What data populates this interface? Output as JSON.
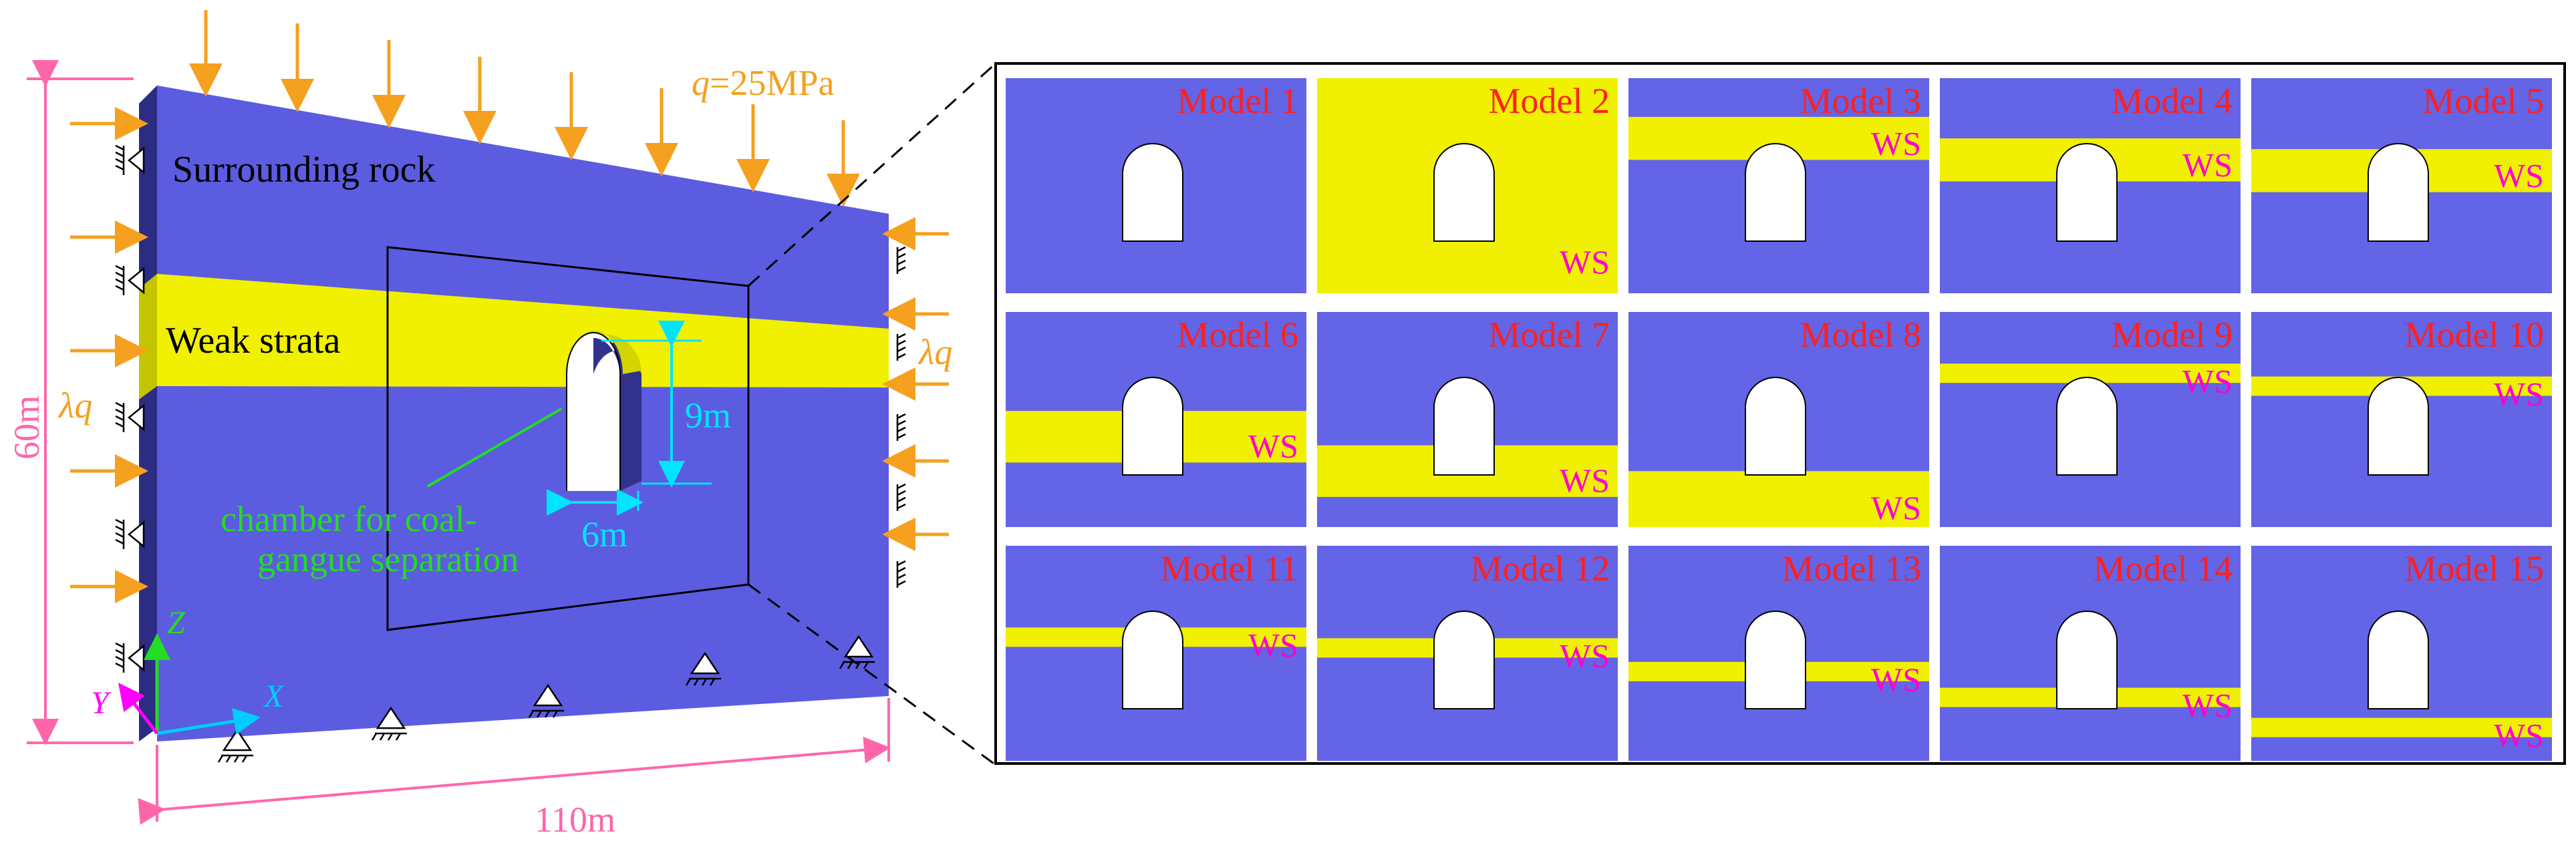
{
  "left": {
    "load": {
      "prefix": "q",
      "text": "=25MPa"
    },
    "lambda_q": "λq",
    "surrounding_rock": "Surrounding rock",
    "weak_strata": "Weak strata",
    "chamber_line1": "chamber for coal-",
    "chamber_line2": "gangue separation",
    "height_9m": "9m",
    "width_6m": "6m",
    "dim_60m": "60m",
    "dim_110m": "110m",
    "axis_x": "X",
    "axis_y": "Y",
    "axis_z": "Z"
  },
  "ws_label": "WS",
  "models": [
    {
      "name": "Model 1",
      "ws": null
    },
    {
      "name": "Model 2",
      "ws": "full"
    },
    {
      "name": "Model 3",
      "ws": {
        "top": 0.18,
        "bottom": 0.38
      }
    },
    {
      "name": "Model 4",
      "ws": {
        "top": 0.28,
        "bottom": 0.48
      }
    },
    {
      "name": "Model 5",
      "ws": {
        "top": 0.33,
        "bottom": 0.53
      }
    },
    {
      "name": "Model 6",
      "ws": {
        "top": 0.46,
        "bottom": 0.7
      }
    },
    {
      "name": "Model 7",
      "ws": {
        "top": 0.62,
        "bottom": 0.86
      }
    },
    {
      "name": "Model 8",
      "ws": {
        "top": 0.74,
        "bottom": 1.0
      }
    },
    {
      "name": "Model 9",
      "ws": {
        "top": 0.24,
        "bottom": 0.33
      }
    },
    {
      "name": "Model 10",
      "ws": {
        "top": 0.3,
        "bottom": 0.39
      }
    },
    {
      "name": "Model 11",
      "ws": {
        "top": 0.38,
        "bottom": 0.47
      }
    },
    {
      "name": "Model 12",
      "ws": {
        "top": 0.43,
        "bottom": 0.52
      }
    },
    {
      "name": "Model 13",
      "ws": {
        "top": 0.54,
        "bottom": 0.63
      }
    },
    {
      "name": "Model 14",
      "ws": {
        "top": 0.66,
        "bottom": 0.75
      }
    },
    {
      "name": "Model 15",
      "ws": {
        "top": 0.8,
        "bottom": 0.89
      }
    }
  ],
  "colors": {
    "rock": "#6464e6",
    "weak": "#f0f000",
    "load_arrow": "#f5a01e",
    "dimension": "#ff66aa",
    "model_label": "#ff2020",
    "ws_label": "#ff00cc",
    "chamber_label": "#22dd22",
    "chamber_dim": "#00e5ff"
  }
}
